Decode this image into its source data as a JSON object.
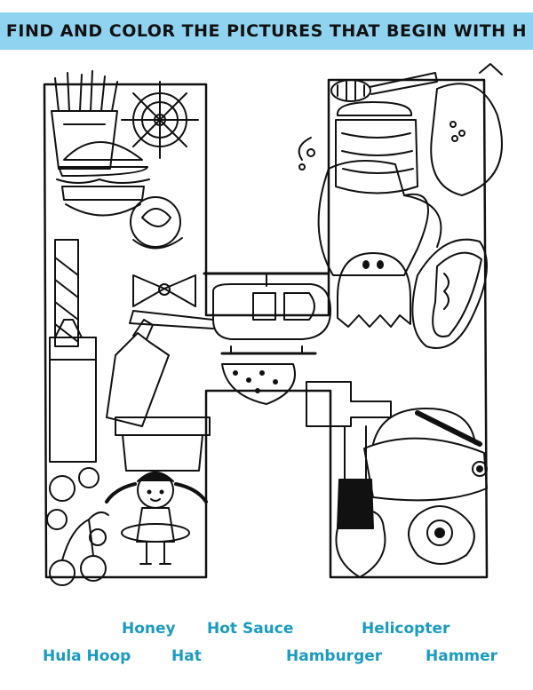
{
  "title": "FIND AND COLOR THE PICTURES THAT BEGIN WITH H",
  "colors": {
    "banner": "#8fd3f0",
    "word_color": "#1a9bc0",
    "line": "#111111"
  },
  "icons": [
    "fries-icon",
    "hamburger-icon",
    "ships-wheel-icon",
    "honey-jar-icon",
    "honey-dipper-icon",
    "lemon-icon",
    "teapot-icon",
    "ghost-icon",
    "hot-dog-icon",
    "helicopter-icon",
    "hot-sauce-icon",
    "hammer-icon",
    "hat-icon",
    "hula-hoop-girl-icon",
    "cherries-icon",
    "heart-icon",
    "flower-icon"
  ],
  "words": {
    "row1": [
      "Honey",
      "Hot Sauce",
      "Helicopter"
    ],
    "row2": [
      "Hula Hoop",
      "Hat",
      "Hamburger",
      "Hammer"
    ]
  }
}
